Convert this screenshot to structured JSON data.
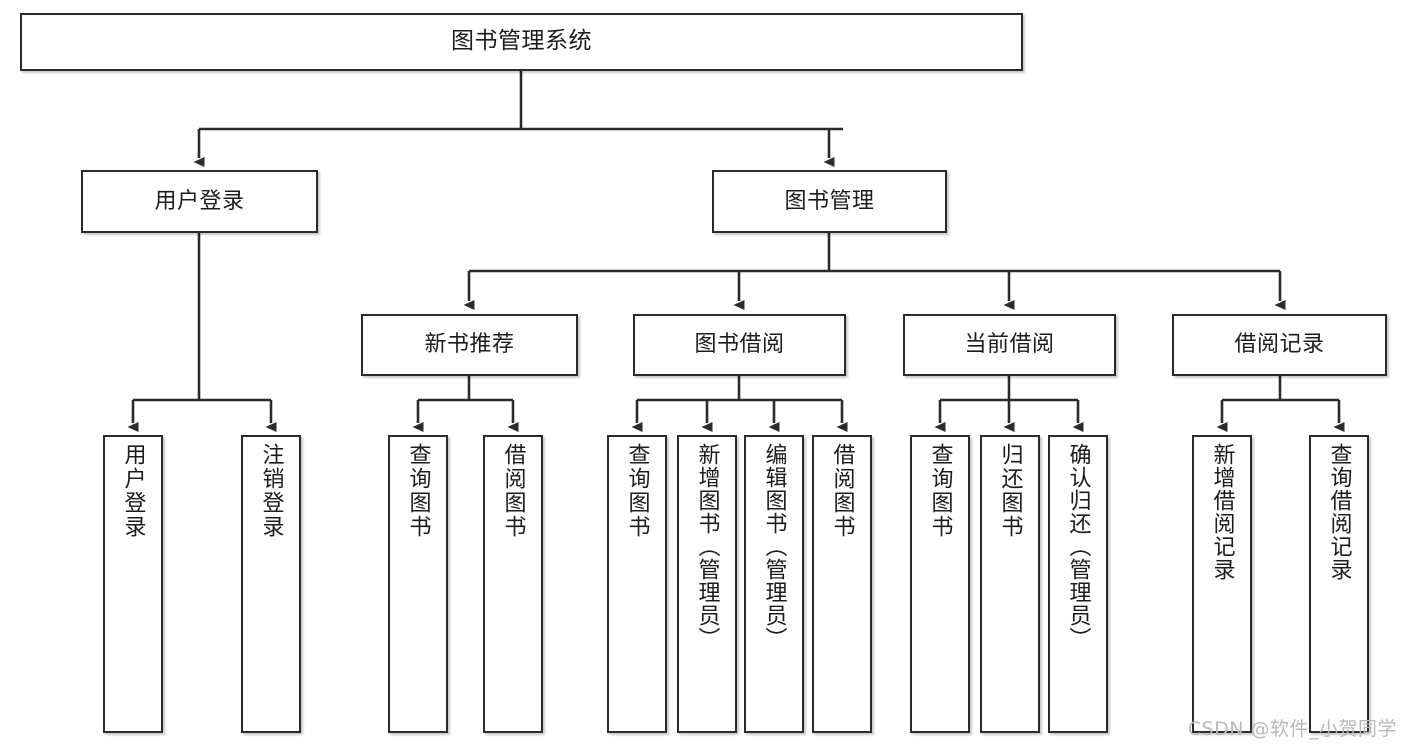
{
  "diagram": {
    "title": "图书管理系统",
    "type": "tree-hierarchy-diagram",
    "watermark": "CSDN @软件_小贺同学",
    "colors": {
      "box_border": "#2b2b2b",
      "box_fill": "#ffffff",
      "connector": "#2b2b2b",
      "text": "#1c1c1c",
      "watermark": "#b9b9b9"
    },
    "levels": {
      "level1": {
        "label": "图书管理系统"
      },
      "level2": [
        {
          "label": "用户登录"
        },
        {
          "label": "图书管理"
        }
      ],
      "level3": [
        {
          "label": "新书推荐"
        },
        {
          "label": "图书借阅"
        },
        {
          "label": "当前借阅"
        },
        {
          "label": "借阅记录"
        }
      ],
      "level4": {
        "user_login_children": [
          {
            "label": "用户登录"
          },
          {
            "label": "注销登录"
          }
        ],
        "new_book_children": [
          {
            "label": "查询图书"
          },
          {
            "label": "借阅图书"
          }
        ],
        "book_borrow_children": [
          {
            "label": "查询图书"
          },
          {
            "label": "新增图书（管理员）"
          },
          {
            "label": "编辑图书（管理员）"
          },
          {
            "label": "借阅图书"
          }
        ],
        "current_borrow_children": [
          {
            "label": "查询图书"
          },
          {
            "label": "归还图书"
          },
          {
            "label": "确认归还（管理员）"
          }
        ],
        "borrow_record_children": [
          {
            "label": "新增借阅记录"
          },
          {
            "label": "查询借阅记录"
          }
        ]
      }
    }
  }
}
